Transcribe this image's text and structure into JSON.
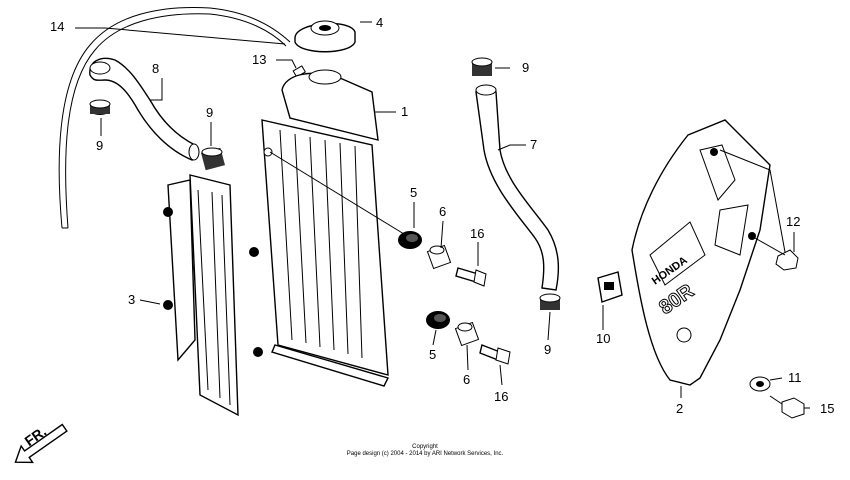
{
  "callouts": [
    {
      "id": "c14",
      "label": "14"
    },
    {
      "id": "c4",
      "label": "4"
    },
    {
      "id": "c8",
      "label": "8"
    },
    {
      "id": "c13",
      "label": "13"
    },
    {
      "id": "c9a",
      "label": "9"
    },
    {
      "id": "c9b",
      "label": "9"
    },
    {
      "id": "c9c",
      "label": "9"
    },
    {
      "id": "c9d",
      "label": "9"
    },
    {
      "id": "c1",
      "label": "1"
    },
    {
      "id": "c7",
      "label": "7"
    },
    {
      "id": "c5a",
      "label": "5"
    },
    {
      "id": "c6a",
      "label": "6"
    },
    {
      "id": "c16a",
      "label": "16"
    },
    {
      "id": "c12",
      "label": "12"
    },
    {
      "id": "c3",
      "label": "3"
    },
    {
      "id": "c10",
      "label": "10"
    },
    {
      "id": "c5b",
      "label": "5"
    },
    {
      "id": "c6b",
      "label": "6"
    },
    {
      "id": "c16b",
      "label": "16"
    },
    {
      "id": "c11",
      "label": "11"
    },
    {
      "id": "c2",
      "label": "2"
    },
    {
      "id": "c15",
      "label": "15"
    }
  ],
  "direction_label": "FR.",
  "shroud_logo_text": "HONDA",
  "shroud_model_text": "80R",
  "copyright_line1": "Copyright",
  "copyright_line2": "Page design (c) 2004 - 2014 by ARI Network Services, Inc."
}
